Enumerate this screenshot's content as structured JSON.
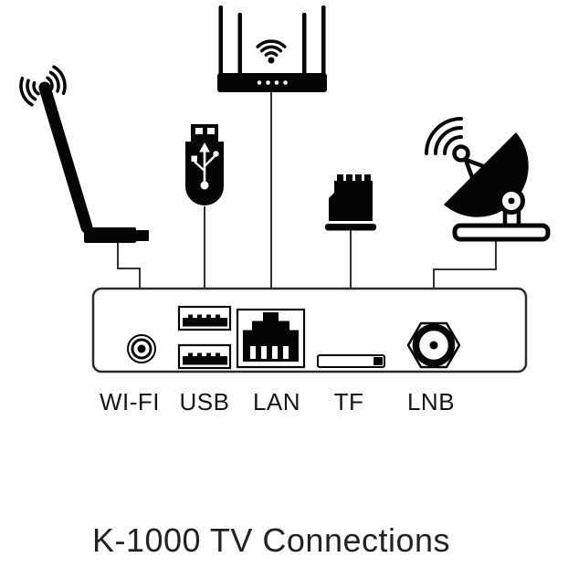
{
  "diagram": {
    "title": "K-1000 TV Connections",
    "ports": [
      {
        "id": "wifi",
        "label": "WI-FI",
        "connector": "coaxial-antenna-jack"
      },
      {
        "id": "usb",
        "label": "USB",
        "connector": "dual-usb-a-ports"
      },
      {
        "id": "lan",
        "label": "LAN",
        "connector": "rj45-ethernet-port"
      },
      {
        "id": "tf",
        "label": "TF",
        "connector": "microsd-card-slot"
      },
      {
        "id": "lnb",
        "label": "LNB",
        "connector": "f-type-coax-connector"
      }
    ],
    "devices": [
      {
        "icon": "wifi-antenna-icon",
        "connects_to": "wifi"
      },
      {
        "icon": "usb-flash-drive-icon",
        "connects_to": "usb"
      },
      {
        "icon": "wireless-router-icon",
        "connects_to": "lan"
      },
      {
        "icon": "tf-card-icon",
        "connects_to": "tf"
      },
      {
        "icon": "satellite-dish-icon",
        "connects_to": "lnb"
      }
    ],
    "colors": {
      "ink": "#050505",
      "wire": "#333333",
      "panel_outline": "#2b2b2b",
      "text": "#151515",
      "background": "#ffffff"
    }
  }
}
